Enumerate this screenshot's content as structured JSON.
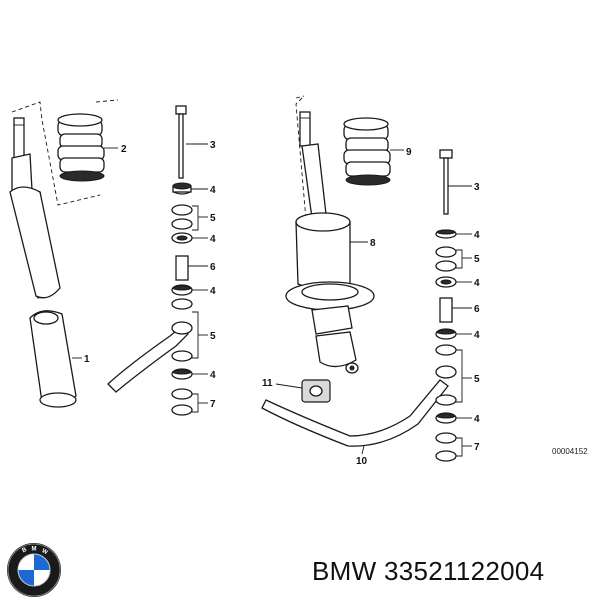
{
  "callouts": {
    "c1": "1",
    "c2": "2",
    "c3a": "3",
    "c4a": "4",
    "c5a": "5",
    "c4b": "4",
    "c6a": "6",
    "c4c": "4",
    "c5b": "5",
    "c4d": "4",
    "c7a": "7",
    "c9": "9",
    "c3b": "3",
    "c8": "8",
    "c4e": "4",
    "c5c": "5",
    "c4f": "4",
    "c6b": "6",
    "c4g": "4",
    "c5d": "5",
    "c11": "11",
    "c4h": "4",
    "c7b": "7",
    "c10": "10"
  },
  "reference_code": "00004152",
  "footer": {
    "brand_part": "BMW 33521122004",
    "logo_text": "BMW"
  },
  "colors": {
    "ink": "#1a1a1a",
    "logo_blue": "#1c69d4"
  }
}
